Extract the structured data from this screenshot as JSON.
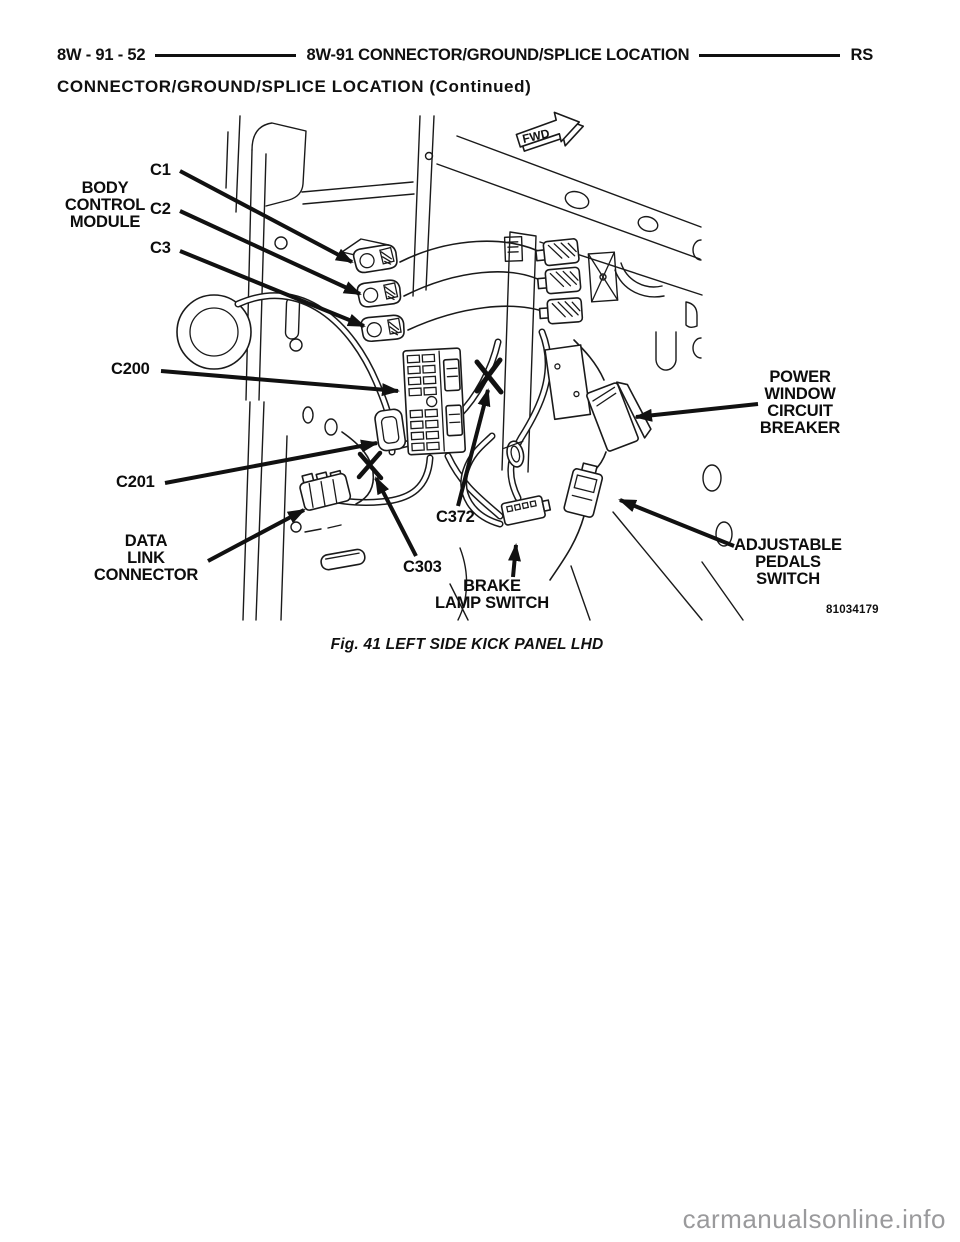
{
  "header": {
    "left_code": "8W - 91 - 52",
    "title": "8W-91 CONNECTOR/GROUND/SPLICE LOCATION",
    "right_code": "RS",
    "subtitle": "CONNECTOR/GROUND/SPLICE LOCATION (Continued)"
  },
  "figure": {
    "caption": "Fig. 41 LEFT SIDE KICK PANEL LHD",
    "figure_number": "81034179",
    "fwd_label": "FWD",
    "labels": {
      "c1": "C1",
      "c2": "C2",
      "c3": "C3",
      "bcm": "BODY\nCONTROL\nMODULE",
      "c200": "C200",
      "c201": "C201",
      "dlc": "DATA\nLINK\nCONNECTOR",
      "c303": "C303",
      "c372": "C372",
      "brake_lamp": "BRAKE\nLAMP SWITCH",
      "power_window": "POWER\nWINDOW\nCIRCUIT\nBREAKER",
      "adjustable_pedals": "ADJUSTABLE\nPEDALS\nSWITCH"
    }
  },
  "watermark": "carmanualsonline.info"
}
